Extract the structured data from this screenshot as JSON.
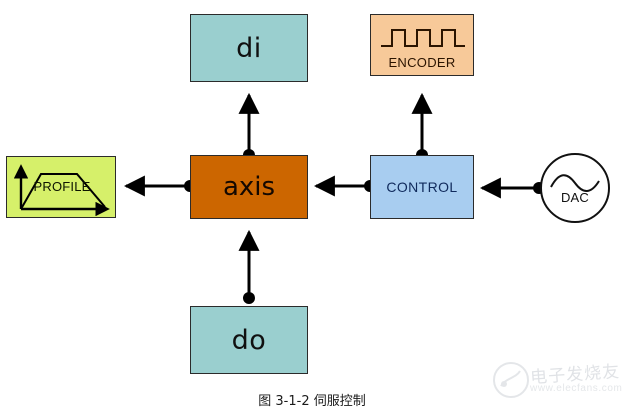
{
  "diagram": {
    "caption": "图 3-1-2 伺服控制",
    "colors": {
      "io_box": "#9ACFCF",
      "axis_box": "#CC6600",
      "control_box": "#A8CDF0",
      "encoder_box": "#F7C999",
      "profile_box": "#D6F06A",
      "dac_fill": "#FFFFFF",
      "stroke": "#2B2B2B",
      "connector": "#000000"
    },
    "nodes": {
      "di": {
        "label": "di",
        "shape": "rectangle"
      },
      "do": {
        "label": "do",
        "shape": "rectangle"
      },
      "axis": {
        "label": "axis",
        "shape": "rectangle"
      },
      "control": {
        "label": "CONTROL",
        "shape": "rectangle"
      },
      "encoder": {
        "label": "ENCODER",
        "shape": "rectangle",
        "icon": "square-wave-icon"
      },
      "profile": {
        "label": "PROFILE",
        "shape": "rectangle",
        "icon": "trapezoid-profile-icon"
      },
      "dac": {
        "label": "DAC",
        "shape": "circle",
        "icon": "sine-wave-icon"
      }
    },
    "connectors": [
      {
        "name": "axis-to-di",
        "from": "axis",
        "to": "di",
        "direction": "up",
        "arrowhead": "to",
        "dot_at": "from"
      },
      {
        "name": "axis-to-do",
        "from": "do",
        "to": "axis",
        "direction": "up",
        "arrowhead": "to",
        "dot_at": "from"
      },
      {
        "name": "axis-to-profile",
        "from": "axis",
        "to": "profile",
        "direction": "left",
        "arrowhead": "to",
        "dot_at": "from"
      },
      {
        "name": "control-to-axis",
        "from": "control",
        "to": "axis",
        "direction": "left",
        "arrowhead": "to",
        "dot_at": "from"
      },
      {
        "name": "control-to-encoder",
        "from": "control",
        "to": "encoder",
        "direction": "up",
        "arrowhead": "to",
        "dot_at": "from"
      },
      {
        "name": "dac-to-control",
        "from": "dac",
        "to": "control",
        "direction": "left",
        "arrowhead": "to",
        "dot_at": "from"
      }
    ]
  },
  "watermark": {
    "text": "电子发烧友",
    "url": "www.elecfans.com"
  }
}
